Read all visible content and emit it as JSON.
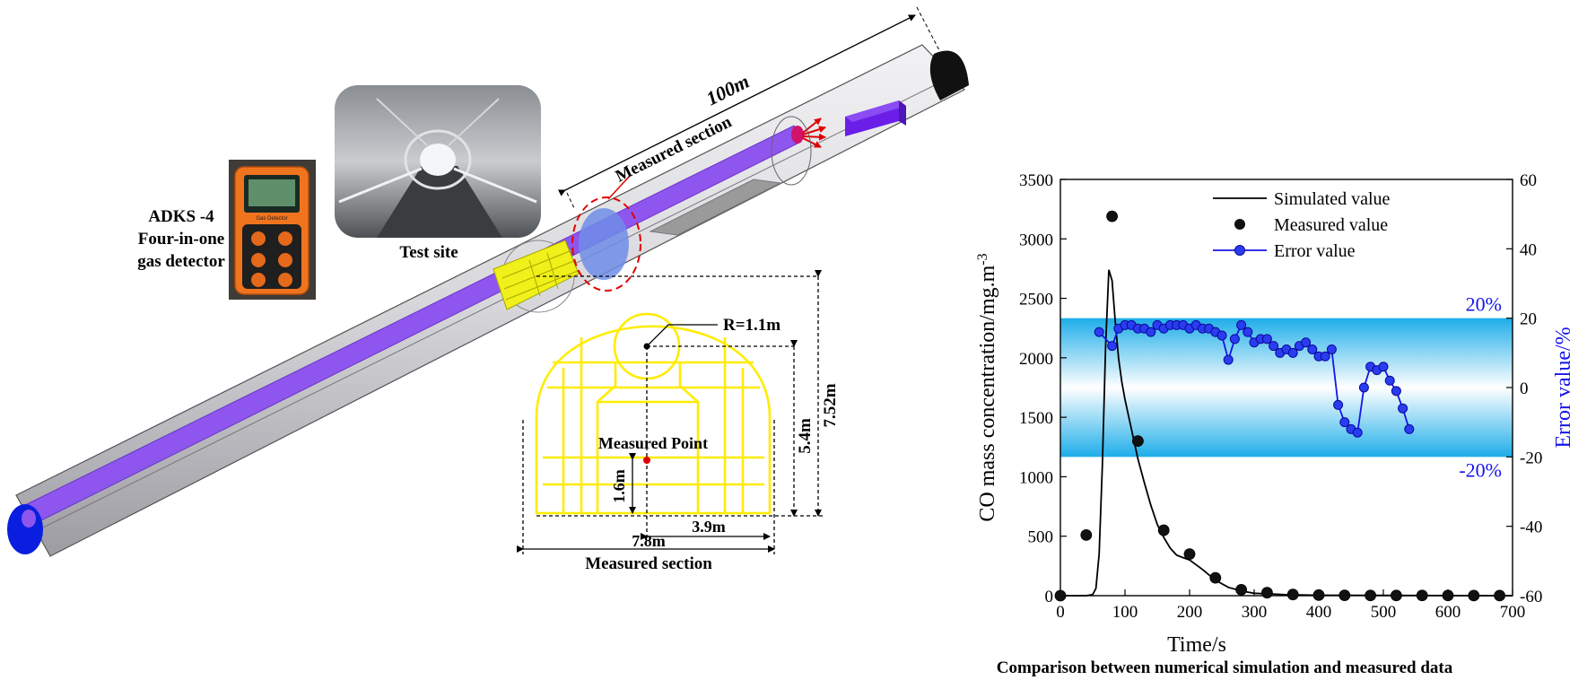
{
  "tunnel": {
    "length_label": "100m",
    "measured_section_label": "Measured section"
  },
  "detector": {
    "line1": "ADKS -4",
    "line2": "Four-in-one",
    "line3": "gas detector",
    "screen_text": "Gas Detector"
  },
  "test_site": {
    "caption": "Test site"
  },
  "cross_section": {
    "radius_label": "R=1.1m",
    "point_label": "Measured Point",
    "dim_height_total": "7.52m",
    "dim_height_center": "5.4m",
    "dim_point_height": "1.6m",
    "dim_half_width": "3.9m",
    "dim_width": "7.8m",
    "caption": "Measured section"
  },
  "chart_data": {
    "type": "line",
    "title": "Comparison between numerical simulation and measured data",
    "xlabel": "Time/s",
    "ylabel": "CO mass concentration/mg.m",
    "ylabel_sup": "-3",
    "y2label": "Error value/%",
    "xlim": [
      0,
      700
    ],
    "ylim": [
      0,
      3500
    ],
    "y2lim": [
      -60,
      60
    ],
    "xticks": [
      0,
      100,
      200,
      300,
      400,
      500,
      600,
      700
    ],
    "yticks": [
      0,
      500,
      1000,
      1500,
      2000,
      2500,
      3000,
      3500
    ],
    "y2ticks": [
      -60,
      -40,
      -20,
      0,
      20,
      40,
      60
    ],
    "band": {
      "from": -20,
      "to": 20,
      "upper_label": "20%",
      "lower_label": "-20%"
    },
    "legend": [
      "Simulated value",
      "Measured value",
      "Error value"
    ],
    "series": [
      {
        "name": "Simulated value",
        "x": [
          0,
          40,
          50,
          55,
          60,
          65,
          70,
          75,
          80,
          85,
          90,
          95,
          100,
          110,
          120,
          130,
          140,
          150,
          160,
          170,
          180,
          190,
          200,
          220,
          240,
          260,
          280,
          300,
          350,
          400,
          500,
          600,
          700
        ],
        "y": [
          0,
          0,
          10,
          60,
          350,
          1100,
          2100,
          2740,
          2650,
          2300,
          2000,
          1800,
          1650,
          1400,
          1150,
          950,
          760,
          600,
          490,
          400,
          340,
          320,
          300,
          220,
          130,
          70,
          40,
          20,
          8,
          4,
          2,
          1,
          0
        ]
      },
      {
        "name": "Measured value",
        "x": [
          0,
          40,
          80,
          120,
          160,
          200,
          240,
          280,
          320,
          360,
          400,
          440,
          480,
          520,
          560,
          600,
          640,
          680
        ],
        "y": [
          0,
          510,
          3190,
          1300,
          550,
          350,
          150,
          50,
          25,
          10,
          5,
          3,
          2,
          2,
          2,
          2,
          1,
          1
        ]
      },
      {
        "name": "Error value",
        "x": [
          60,
          80,
          90,
          100,
          110,
          120,
          130,
          140,
          150,
          160,
          170,
          180,
          190,
          200,
          210,
          220,
          230,
          240,
          250,
          260,
          270,
          280,
          290,
          300,
          310,
          320,
          330,
          340,
          350,
          360,
          370,
          380,
          390,
          400,
          410,
          420,
          430,
          440,
          450,
          460,
          470,
          480,
          490,
          500,
          510,
          520,
          530,
          540
        ],
        "y": [
          16,
          12,
          17,
          18,
          18,
          17,
          17,
          16,
          18,
          17,
          18,
          18,
          18,
          17,
          18,
          17,
          17,
          16,
          15,
          8,
          14,
          18,
          16,
          13,
          14,
          14,
          12,
          10,
          11,
          10,
          12,
          13,
          11,
          9,
          9,
          11,
          -5,
          -10,
          -12,
          -13,
          0,
          6,
          5,
          6,
          2,
          -1,
          -6,
          -12
        ]
      }
    ]
  }
}
